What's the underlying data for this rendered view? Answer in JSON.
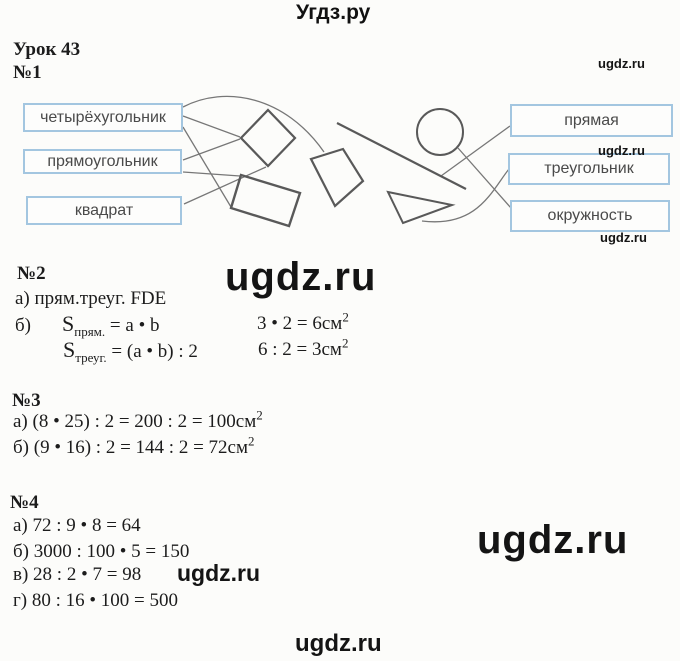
{
  "site": {
    "header": "Угдз.ру",
    "watermark": "ugdz.ru"
  },
  "lesson_title": "Урок 43",
  "problem1": {
    "number": "№1",
    "left_labels": [
      "четырёхугольник",
      "прямоугольник",
      "квадрат"
    ],
    "right_labels": [
      "прямая",
      "треугольник",
      "окружность"
    ]
  },
  "problem2": {
    "number": "№2",
    "line_a": "а) прям.треуг. FDE",
    "item_b": "б)",
    "formula_rect": {
      "base": "S",
      "sub": "прям.",
      "rhs": " = a • b"
    },
    "calc_rect": {
      "text": "3 • 2 = 6см",
      "sup": "2"
    },
    "formula_tri": {
      "base": "S",
      "sub": "треуг.",
      "rhs": " = (a • b) : 2"
    },
    "calc_tri": {
      "text": "6 : 2 = 3см",
      "sup": "2"
    }
  },
  "problem3": {
    "number": "№3",
    "line_a": {
      "text": "а) (8 • 25) : 2 = 200 : 2 = 100см",
      "sup": "2"
    },
    "line_b": {
      "text": "б) (9 • 16) : 2 = 144 : 2 = 72см",
      "sup": "2"
    }
  },
  "problem4": {
    "number": "№4",
    "lines": [
      "а) 72 : 9 • 8 = 64",
      "б) 3000 : 100 • 5 = 150",
      "в) 28 : 2 • 7 = 98",
      "г) 80 : 16 • 100 = 500"
    ]
  },
  "colors": {
    "box_border": "#a3c6e0",
    "shape_stroke": "#595959",
    "connector_stroke": "#777777",
    "text": "#1c1c1c",
    "watermark": "#141414"
  }
}
